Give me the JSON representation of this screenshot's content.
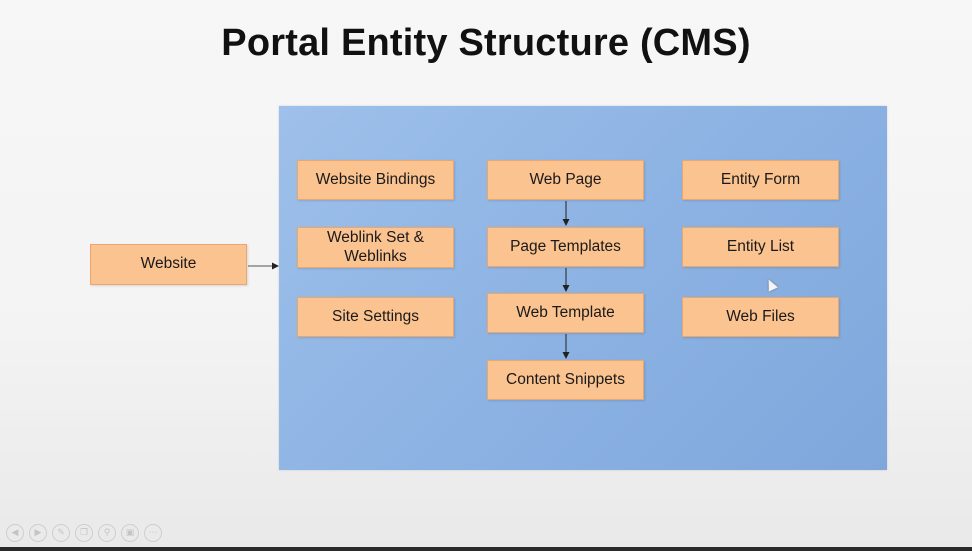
{
  "slide": {
    "title": "Portal Entity Structure (CMS)"
  },
  "diagram": {
    "root": {
      "label": "Website"
    },
    "left_column": [
      {
        "label": "Website Bindings"
      },
      {
        "label": "Weblink Set & Weblinks"
      },
      {
        "label": "Site Settings"
      }
    ],
    "middle_column": [
      {
        "label": "Web Page"
      },
      {
        "label": "Page Templates"
      },
      {
        "label": "Web Template"
      },
      {
        "label": "Content Snippets"
      }
    ],
    "right_column": [
      {
        "label": "Entity Form"
      },
      {
        "label": "Entity List"
      },
      {
        "label": "Web Files"
      }
    ],
    "colors": {
      "panel": "#8fb4e4",
      "node_fill": "#fbc38f",
      "node_border": "#e7a76e",
      "arrow": "#222222"
    }
  },
  "toolbar": {
    "icons": [
      "prev-icon",
      "next-icon",
      "pen-icon",
      "copy-icon",
      "zoom-icon",
      "screen-icon",
      "more-icon"
    ]
  }
}
